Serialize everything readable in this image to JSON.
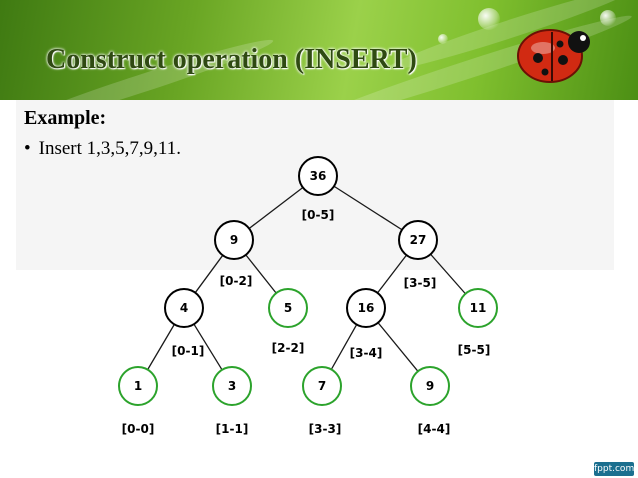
{
  "slide": {
    "title": "Construct operation (INSERT)",
    "example_heading": "Example:",
    "bullet_text": "Insert 1,3,5,7,9,11.",
    "watermark": "fppt.com"
  },
  "colors": {
    "internal_node_stroke": "#000000",
    "leaf_node_stroke": "#2ca32c",
    "banner_green": "#6aa624"
  },
  "tree": {
    "nodes": [
      {
        "id": "root",
        "value": "36",
        "range": "[0-5]",
        "leaf": false
      },
      {
        "id": "n9",
        "value": "9",
        "range": "[0-2]",
        "leaf": false
      },
      {
        "id": "n27",
        "value": "27",
        "range": "[3-5]",
        "leaf": false
      },
      {
        "id": "n4",
        "value": "4",
        "range": "[0-1]",
        "leaf": false
      },
      {
        "id": "n5",
        "value": "5",
        "range": "[2-2]",
        "leaf": true
      },
      {
        "id": "n16",
        "value": "16",
        "range": "[3-4]",
        "leaf": false
      },
      {
        "id": "n11",
        "value": "11",
        "range": "[5-5]",
        "leaf": true
      },
      {
        "id": "n1",
        "value": "1",
        "range": "[0-0]",
        "leaf": true
      },
      {
        "id": "n3",
        "value": "3",
        "range": "[1-1]",
        "leaf": true
      },
      {
        "id": "n7",
        "value": "7",
        "range": "[3-3]",
        "leaf": true
      },
      {
        "id": "n9b",
        "value": "9",
        "range": "[4-4]",
        "leaf": true
      }
    ],
    "edges": [
      [
        "root",
        "n9"
      ],
      [
        "root",
        "n27"
      ],
      [
        "n9",
        "n4"
      ],
      [
        "n9",
        "n5"
      ],
      [
        "n27",
        "n16"
      ],
      [
        "n27",
        "n11"
      ],
      [
        "n4",
        "n1"
      ],
      [
        "n4",
        "n3"
      ],
      [
        "n16",
        "n7"
      ],
      [
        "n16",
        "n9b"
      ]
    ]
  }
}
